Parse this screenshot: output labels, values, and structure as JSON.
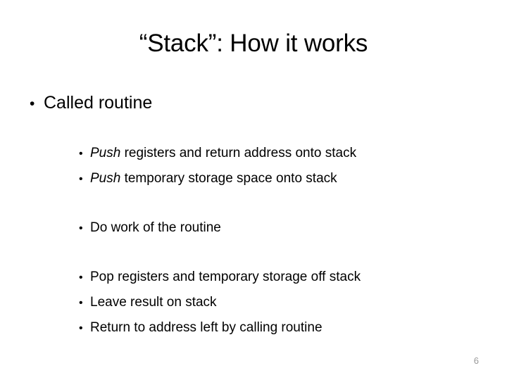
{
  "slide": {
    "title": "“Stack”: How it works",
    "background_color": "#ffffff",
    "text_color": "#000000",
    "page_number": "6",
    "page_number_color": "#9a9a9a",
    "bullet_glyph": "•",
    "groups": [
      {
        "name": "called-routine",
        "lines": [
          {
            "level": 1,
            "bullet": "•",
            "text": "Called routine",
            "emphasis": ""
          }
        ]
      },
      {
        "name": "push-steps",
        "lines": [
          {
            "level": 2,
            "bullet": "•",
            "emphasis": "Push",
            "text": " registers and return address onto stack"
          },
          {
            "level": 2,
            "bullet": "•",
            "emphasis": "Push",
            "text": " temporary storage space onto stack"
          }
        ]
      },
      {
        "name": "do-work",
        "lines": [
          {
            "level": 2,
            "bullet": "•",
            "emphasis": "",
            "text": "Do work of the routine"
          }
        ]
      },
      {
        "name": "return-steps",
        "lines": [
          {
            "level": 2,
            "bullet": "•",
            "emphasis": "",
            "text": "Pop registers and temporary storage off stack"
          },
          {
            "level": 2,
            "bullet": "•",
            "emphasis": "",
            "text": "Leave result on stack"
          },
          {
            "level": 2,
            "bullet": "•",
            "emphasis": "",
            "text": "Return to address left by calling routine"
          }
        ]
      }
    ]
  }
}
